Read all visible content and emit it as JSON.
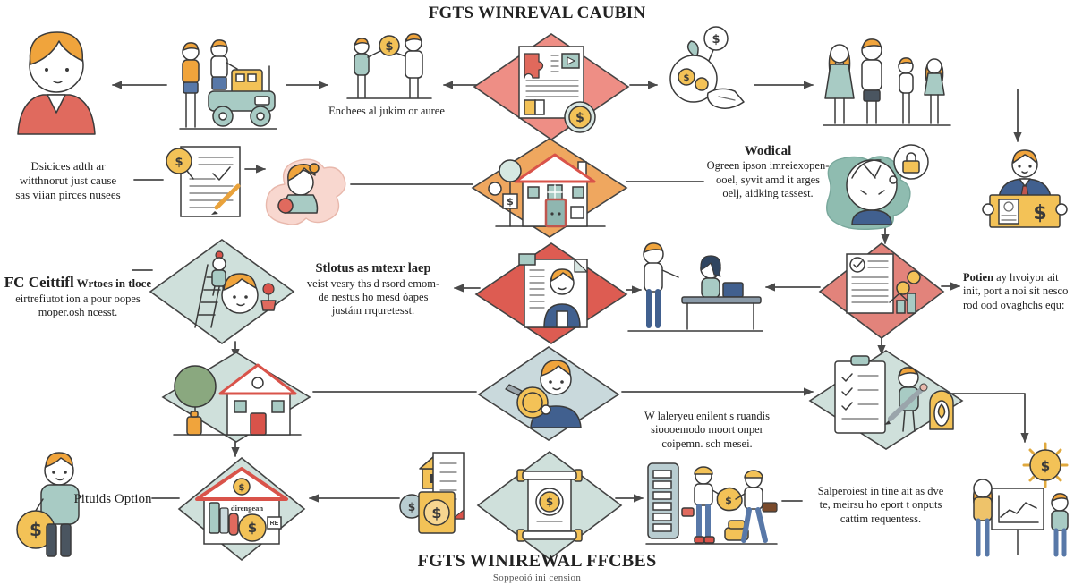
{
  "symbols": {
    "dollar": "$"
  },
  "titles": {
    "top": "FGTS WINREVAL CAUBIN",
    "bottom": "FGTS WINIREWAL FFCBES",
    "bottom_sub": "Soppeoió ini cension"
  },
  "labels": {
    "coin_exchange": "Enchees al jukim or auree",
    "dismissal": {
      "l1": "Dsicices adth ar",
      "l2": "witthnorut just cause",
      "l3": "sas viian pirces nusees"
    },
    "wodical": {
      "head": "Wodical",
      "l1": "Ogreen ipson imreiexopen-",
      "l2": "ooel, syvit amd it arges",
      "l3": "oelj, aidking tassest."
    },
    "fc": {
      "head": "FC Ceittifl",
      "rest": " Wrtoes in tloce",
      "l2": "eirtrefiutot ion a pour oopes",
      "l3": "moper.osh ncesst."
    },
    "stlotus": {
      "head": "Stlotus as mtexr laep",
      "l1": "veist vesry ths d rsord emom-",
      "l2": "de nestus ho mesd óapes",
      "l3": "justám rrquretesst."
    },
    "potien": {
      "head": "Potien",
      "rest": " ay hvoiyor ait",
      "l2": "init, port a noi sit nesco",
      "l3": "rod ood ovaghchs equ:"
    },
    "wlaieryeu": {
      "l1": "W laleryeu enilent s ruandis",
      "l2": "sioooemodo moort onper",
      "l3": "coipemn. sch mesei."
    },
    "pituids": "Pituids Option",
    "direngean": "direngean",
    "re_tag": "RE",
    "salperoiest": {
      "l1": "Salperoiest in tine ait as dve",
      "l2": "te, meirsu ho eport t onputs",
      "l3": "cattim requentess."
    }
  },
  "colors": {
    "diamond_salmon": "#ee8e85",
    "diamond_orange": "#efa75f",
    "diamond_red": "#dd5c52",
    "diamond_red_soft": "#e2837b",
    "diamond_teal": "#cfe0db",
    "diamond_blue": "#c9d9dc",
    "blob_teal": "#8fbcb0",
    "blob_pink": "#f8d7cf",
    "gold": "#f3c257",
    "hair_orange": "#f0a43c",
    "red_cloth": "#e06a5e",
    "teal_cloth": "#a8cbc4",
    "blue_cloth": "#41608f",
    "arrow": "#4a4a4a"
  }
}
